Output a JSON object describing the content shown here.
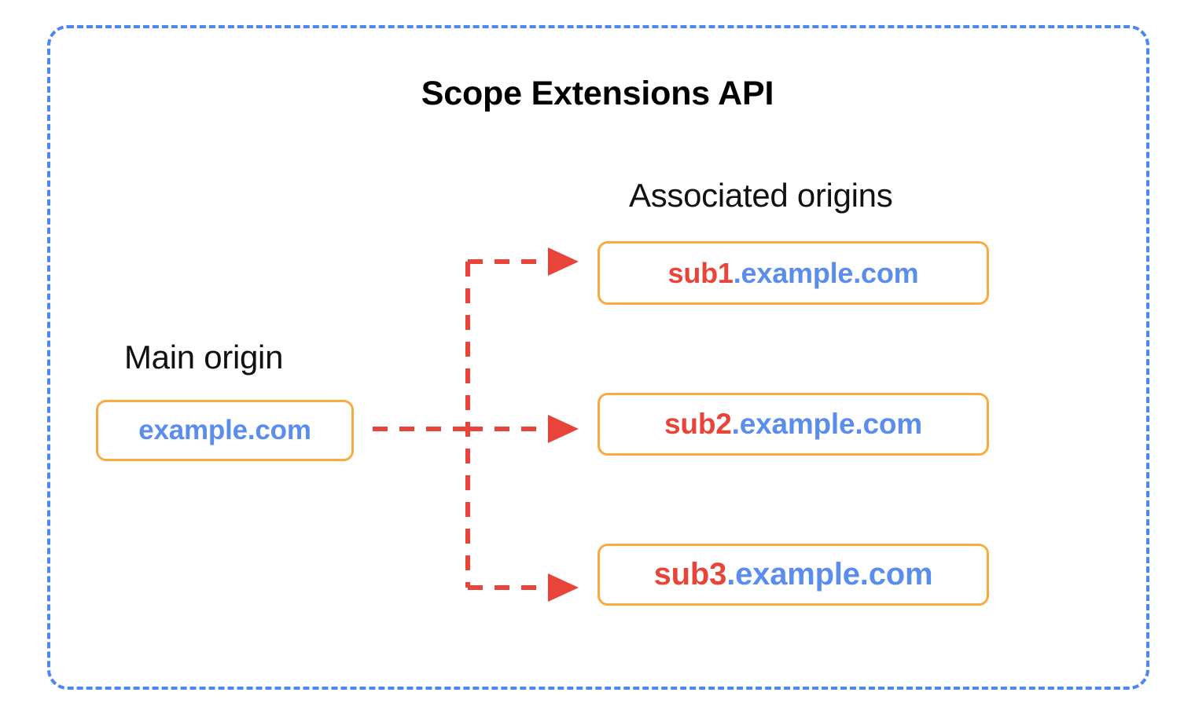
{
  "diagram": {
    "title": "Scope Extensions API",
    "frame_color": "#4d86f7",
    "box_border_color": "#f9ab3f",
    "arrow_color": "#e8443a",
    "subdomain_color": "#e8443a",
    "domain_color": "#5b8def"
  },
  "main_origin": {
    "label": "Main origin",
    "box": {
      "subdomain": "",
      "domain": "example.com",
      "full": "example.com"
    }
  },
  "associated_origins": {
    "label": "Associated origins",
    "boxes": [
      {
        "subdomain": "sub1",
        "domain": ".example.com",
        "full": "sub1.example.com"
      },
      {
        "subdomain": "sub2",
        "domain": ".example.com",
        "full": "sub2.example.com"
      },
      {
        "subdomain": "sub3",
        "domain": ".example.com",
        "full": "sub3.example.com"
      }
    ]
  },
  "connectors": {
    "style": "dashed",
    "arrowhead": "solid-triangle",
    "count": 3
  }
}
